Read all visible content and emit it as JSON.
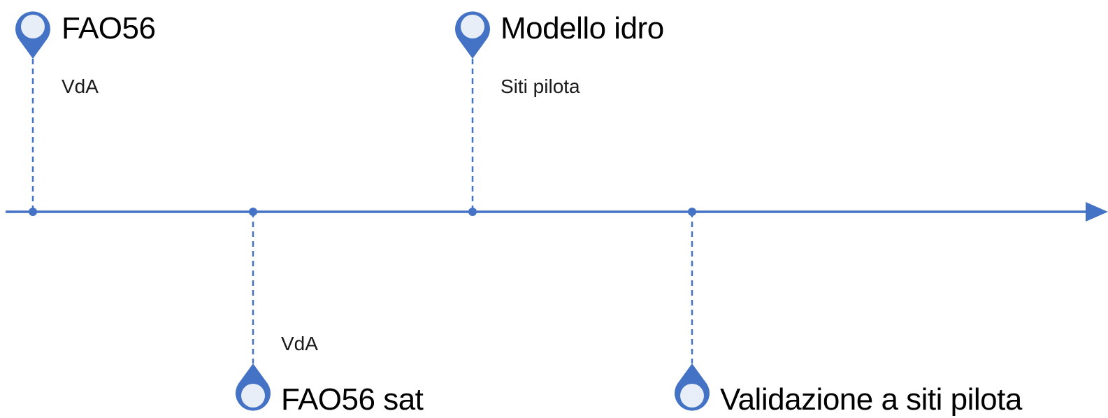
{
  "colors": {
    "accent": "#4472C4",
    "pin_fill": "#E8EEF8",
    "text": "#000000"
  },
  "timeline": {
    "milestones": [
      {
        "title": "FAO56",
        "subtitle": "VdA",
        "side": "above",
        "icon": "map-pin-icon"
      },
      {
        "title": "FAO56 sat",
        "subtitle": "VdA",
        "side": "below",
        "icon": "map-pin-icon"
      },
      {
        "title": "Modello idro",
        "subtitle": "Siti pilota",
        "side": "above",
        "icon": "map-pin-icon"
      },
      {
        "title": "Validazione a siti pilota",
        "subtitle": "",
        "side": "below",
        "icon": "map-pin-icon"
      }
    ]
  }
}
